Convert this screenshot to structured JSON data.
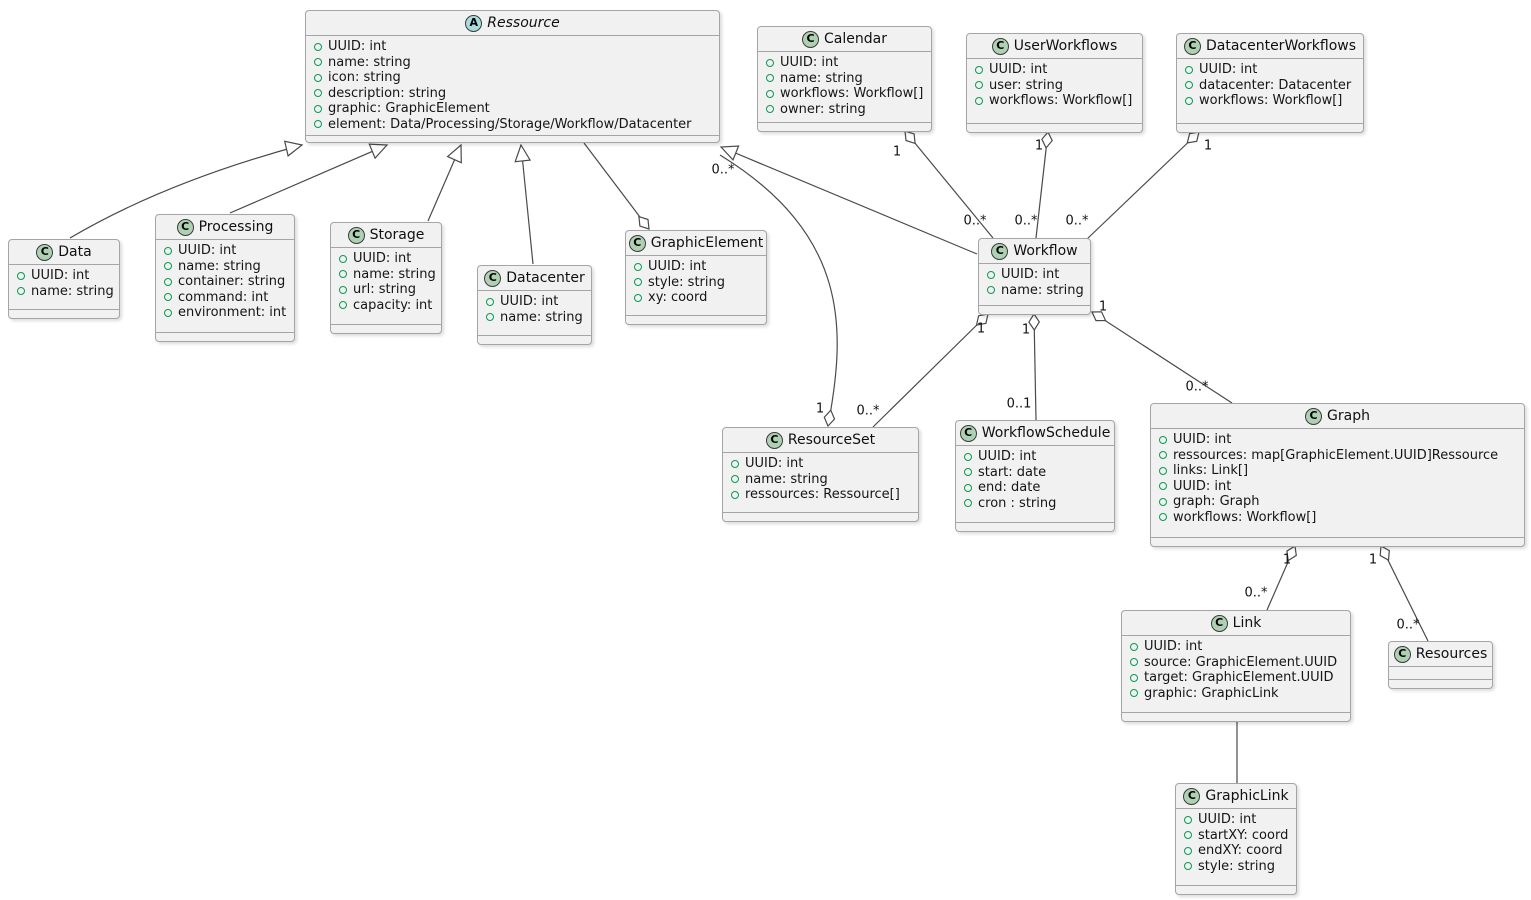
{
  "diagram": {
    "title": "UML class diagram",
    "colors": {
      "box_fill": "#F1F1F1",
      "box_border": "#A5A5A5",
      "class_icon_fill": "#ADD1B2",
      "abstract_icon_fill": "#A9DCDF",
      "attribute_bullet": "#089B52",
      "edge_line": "#4A4A4A",
      "background": "#FFFFFF"
    },
    "classes": [
      {
        "id": "Ressource",
        "name": "Ressource",
        "stereotype": "abstract",
        "icon_letter": "A",
        "attributes": [
          "UUID: int",
          "name: string",
          "icon: string",
          "description: string",
          "graphic: GraphicElement",
          "element: Data/Processing/Storage/Workflow/Datacenter"
        ]
      },
      {
        "id": "Calendar",
        "name": "Calendar",
        "stereotype": "class",
        "icon_letter": "C",
        "attributes": [
          "UUID: int",
          "name: string",
          "workflows: Workflow[]",
          "owner: string"
        ]
      },
      {
        "id": "UserWorkflows",
        "name": "UserWorkflows",
        "stereotype": "class",
        "icon_letter": "C",
        "attributes": [
          "UUID: int",
          "user: string",
          "workflows: Workflow[]"
        ]
      },
      {
        "id": "DatacenterWorkflows",
        "name": "DatacenterWorkflows",
        "stereotype": "class",
        "icon_letter": "C",
        "attributes": [
          "UUID: int",
          "datacenter: Datacenter",
          "workflows: Workflow[]"
        ]
      },
      {
        "id": "Data",
        "name": "Data",
        "stereotype": "class",
        "icon_letter": "C",
        "attributes": [
          "UUID: int",
          "name: string"
        ]
      },
      {
        "id": "Processing",
        "name": "Processing",
        "stereotype": "class",
        "icon_letter": "C",
        "attributes": [
          "UUID: int",
          "name: string",
          "container: string",
          "command: int",
          "environment: int"
        ]
      },
      {
        "id": "Storage",
        "name": "Storage",
        "stereotype": "class",
        "icon_letter": "C",
        "attributes": [
          "UUID: int",
          "name: string",
          "url: string",
          "capacity: int"
        ]
      },
      {
        "id": "Datacenter",
        "name": "Datacenter",
        "stereotype": "class",
        "icon_letter": "C",
        "attributes": [
          "UUID: int",
          "name: string"
        ]
      },
      {
        "id": "GraphicElement",
        "name": "GraphicElement",
        "stereotype": "class",
        "icon_letter": "C",
        "attributes": [
          "UUID: int",
          "style: string",
          "xy: coord"
        ]
      },
      {
        "id": "Workflow",
        "name": "Workflow",
        "stereotype": "class",
        "icon_letter": "C",
        "attributes": [
          "UUID: int",
          "name: string"
        ]
      },
      {
        "id": "ResourceSet",
        "name": "ResourceSet",
        "stereotype": "class",
        "icon_letter": "C",
        "attributes": [
          "UUID: int",
          "name: string",
          "ressources: Ressource[]"
        ]
      },
      {
        "id": "WorkflowSchedule",
        "name": "WorkflowSchedule",
        "stereotype": "class",
        "icon_letter": "C",
        "attributes": [
          "UUID: int",
          "start: date",
          "end: date",
          "cron : string"
        ]
      },
      {
        "id": "Graph",
        "name": "Graph",
        "stereotype": "class",
        "icon_letter": "C",
        "attributes": [
          "UUID: int",
          "ressources: map[GraphicElement.UUID]Ressource",
          "links: Link[]",
          "UUID: int",
          "graph: Graph",
          "workflows: Workflow[]"
        ]
      },
      {
        "id": "Link",
        "name": "Link",
        "stereotype": "class",
        "icon_letter": "C",
        "attributes": [
          "UUID: int",
          "source: GraphicElement.UUID",
          "target: GraphicElement.UUID",
          "graphic: GraphicLink"
        ]
      },
      {
        "id": "Resources",
        "name": "Resources",
        "stereotype": "class",
        "icon_letter": "C",
        "attributes": []
      },
      {
        "id": "GraphicLink",
        "name": "GraphicLink",
        "stereotype": "class",
        "icon_letter": "C",
        "attributes": [
          "UUID: int",
          "startXY: coord",
          "endXY: coord",
          "style: string"
        ]
      }
    ],
    "edges": [
      {
        "id": "e1",
        "from": "Data",
        "to": "Ressource",
        "kind": "generalization"
      },
      {
        "id": "e2",
        "from": "Processing",
        "to": "Ressource",
        "kind": "generalization"
      },
      {
        "id": "e3",
        "from": "Storage",
        "to": "Ressource",
        "kind": "generalization"
      },
      {
        "id": "e4",
        "from": "Datacenter",
        "to": "Ressource",
        "kind": "generalization"
      },
      {
        "id": "e5",
        "from": "Workflow",
        "to": "Ressource",
        "kind": "generalization"
      },
      {
        "id": "e6",
        "from": "Ressource",
        "to": "GraphicElement",
        "kind": "aggregation",
        "diamond_end": "GraphicElement",
        "diamond_label": "",
        "far_label": ""
      },
      {
        "id": "e7",
        "from": "ResourceSet",
        "to": "Ressource",
        "kind": "aggregation",
        "diamond_end": "ResourceSet",
        "diamond_label": "1",
        "far_label": "0..*"
      },
      {
        "id": "e8",
        "from": "Calendar",
        "to": "Workflow",
        "kind": "aggregation",
        "diamond_end": "Calendar",
        "diamond_label": "1",
        "far_label": "0..*"
      },
      {
        "id": "e9",
        "from": "UserWorkflows",
        "to": "Workflow",
        "kind": "aggregation",
        "diamond_end": "UserWorkflows",
        "diamond_label": "1",
        "far_label": "0..*"
      },
      {
        "id": "e10",
        "from": "DatacenterWorkflows",
        "to": "Workflow",
        "kind": "aggregation",
        "diamond_end": "DatacenterWorkflows",
        "diamond_label": "1",
        "far_label": "0..*"
      },
      {
        "id": "e11",
        "from": "Workflow",
        "to": "ResourceSet",
        "kind": "aggregation",
        "diamond_end": "Workflow",
        "diamond_label": "1",
        "far_label": "0..*"
      },
      {
        "id": "e12",
        "from": "Workflow",
        "to": "WorkflowSchedule",
        "kind": "aggregation",
        "diamond_end": "Workflow",
        "diamond_label": "1",
        "far_label": "0..1"
      },
      {
        "id": "e13",
        "from": "Workflow",
        "to": "Graph",
        "kind": "aggregation",
        "diamond_end": "Workflow",
        "diamond_label": "1",
        "far_label": "0..*"
      },
      {
        "id": "e14",
        "from": "Graph",
        "to": "Link",
        "kind": "aggregation",
        "diamond_end": "Graph",
        "diamond_label": "1",
        "far_label": "0..*"
      },
      {
        "id": "e15",
        "from": "Graph",
        "to": "Resources",
        "kind": "aggregation",
        "diamond_end": "Graph",
        "diamond_label": "1",
        "far_label": "0..*"
      },
      {
        "id": "e16",
        "from": "Link",
        "to": "GraphicLink",
        "kind": "association"
      }
    ]
  }
}
